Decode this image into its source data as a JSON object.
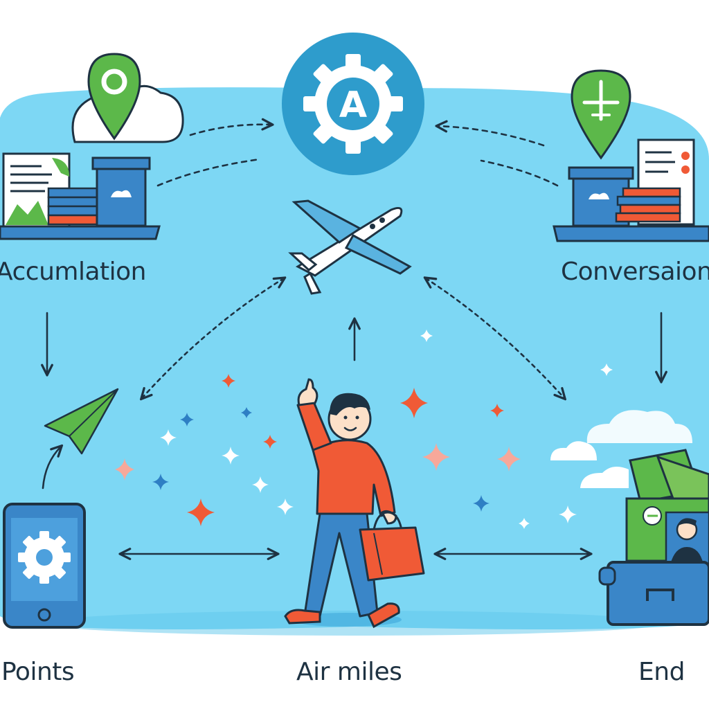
{
  "labels": {
    "accumulation": "Accumlation",
    "conversion": "Conversaion",
    "points": "Points",
    "air_miles": "Air miles",
    "end": "End"
  },
  "hub": {
    "letter": "A"
  },
  "colors": {
    "sky": "#7dd7f4",
    "hub_blue": "#2e9ccc",
    "green": "#5cb84a",
    "orange": "#f05a36",
    "navy": "#1e3242",
    "ui_blue": "#3a86c8"
  },
  "icons": [
    "location-pin-icon",
    "gear-icon",
    "airplane-icon",
    "paper-plane-icon",
    "smartphone-icon",
    "suitcase-icon",
    "cash-icon",
    "traveler-figure"
  ]
}
